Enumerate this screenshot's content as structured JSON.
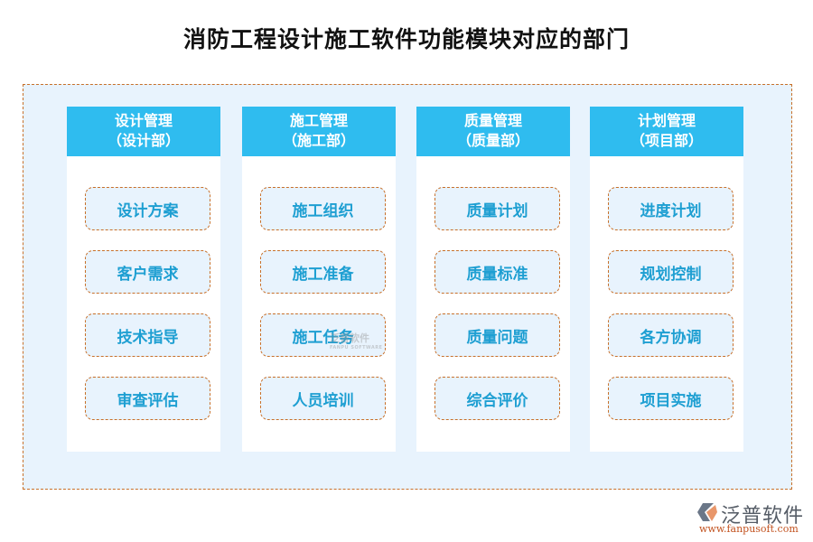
{
  "title": "消防工程设计施工软件功能模块对应的部门",
  "columns": [
    {
      "module": "设计管理",
      "department": "（设计部）",
      "items": [
        "设计方案",
        "客户需求",
        "技术指导",
        "审查评估"
      ]
    },
    {
      "module": "施工管理",
      "department": "（施工部）",
      "items": [
        "施工组织",
        "施工准备",
        "施工任务",
        "人员培训"
      ]
    },
    {
      "module": "质量管理",
      "department": "（质量部）",
      "items": [
        "质量计划",
        "质量标准",
        "质量问题",
        "综合评价"
      ]
    },
    {
      "module": "计划管理",
      "department": "（项目部）",
      "items": [
        "进度计划",
        "规划控制",
        "各方协调",
        "项目实施"
      ]
    }
  ],
  "watermark": {
    "text": "泛普软件",
    "sub": "FANPU SOFTWARE"
  },
  "logo": {
    "name": "泛普软件",
    "url": "www.fanpusoft.com"
  },
  "colors": {
    "header_bg": "#2fbcef",
    "item_text": "#1e9fd2",
    "dashed_border": "#c8702a",
    "panel_bg": "#e8f3fd"
  }
}
